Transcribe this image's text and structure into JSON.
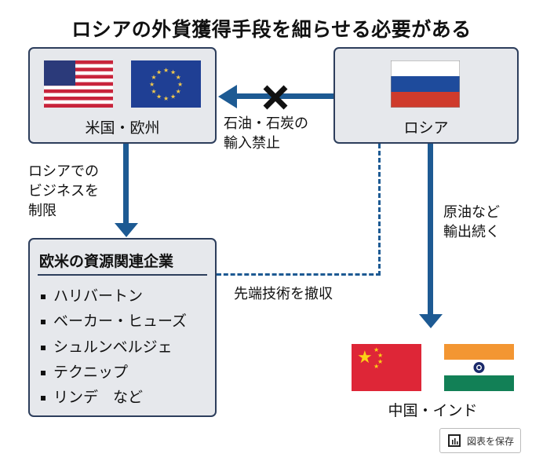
{
  "title": "ロシアの外貨獲得手段を細らせる必要がある",
  "west": {
    "label": "米国・欧州"
  },
  "russia": {
    "label": "ロシア"
  },
  "ban": {
    "line1": "石油・石炭の",
    "line2": "輸入禁止"
  },
  "restrict": {
    "line1": "ロシアでの",
    "line2": "ビジネスを",
    "line3": "制限"
  },
  "companies": {
    "header": "欧米の資源関連企業",
    "items": [
      "ハリバートン",
      "ベーカー・ヒューズ",
      "シュルンベルジェ",
      "テクニップ",
      "リンデ　など"
    ]
  },
  "withdraw": "先端技術を撤収",
  "export": {
    "line1": "原油など",
    "line2": "輸出続く"
  },
  "asia": {
    "label": "中国・インド"
  },
  "save_button": "図表を保存",
  "colors": {
    "arrow": "#1d5a93",
    "box": "#e6e8ec",
    "border": "#2d3e5c"
  }
}
